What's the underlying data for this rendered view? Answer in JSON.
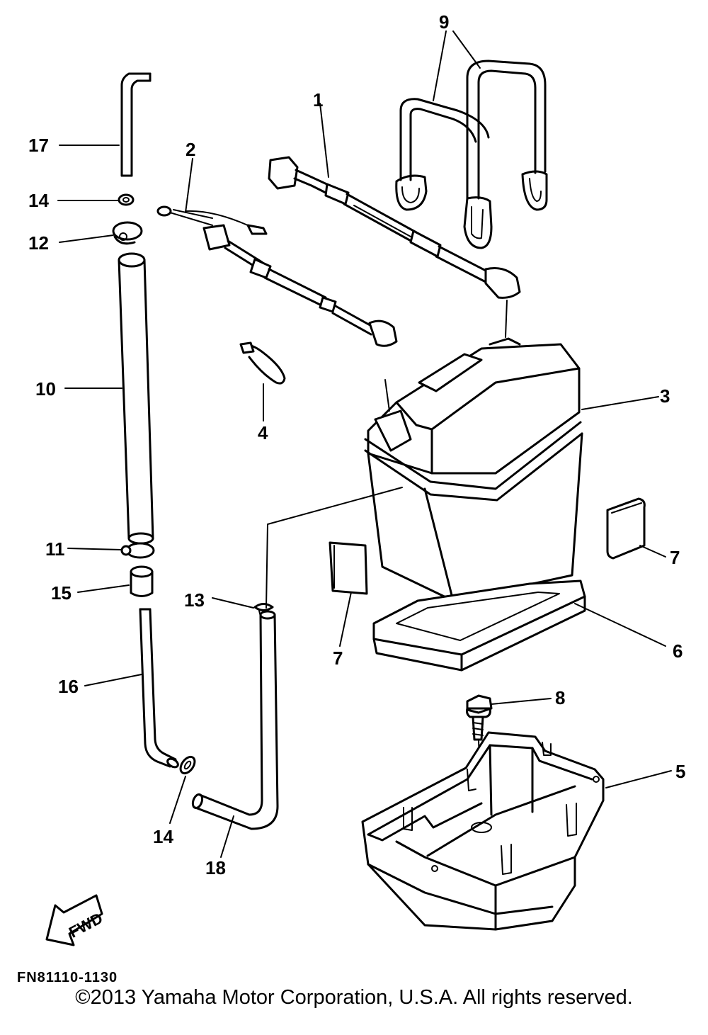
{
  "callouts": [
    "1",
    "2",
    "3",
    "4",
    "5",
    "6",
    "7",
    "7",
    "8",
    "9",
    "10",
    "11",
    "12",
    "13",
    "14",
    "14",
    "15",
    "16",
    "17",
    "18"
  ],
  "diagram_code": "FN81110-1130",
  "fwd_label": "FWD",
  "copyright": "©2013 Yamaha Motor Corporation, U.S.A. All rights reserved."
}
